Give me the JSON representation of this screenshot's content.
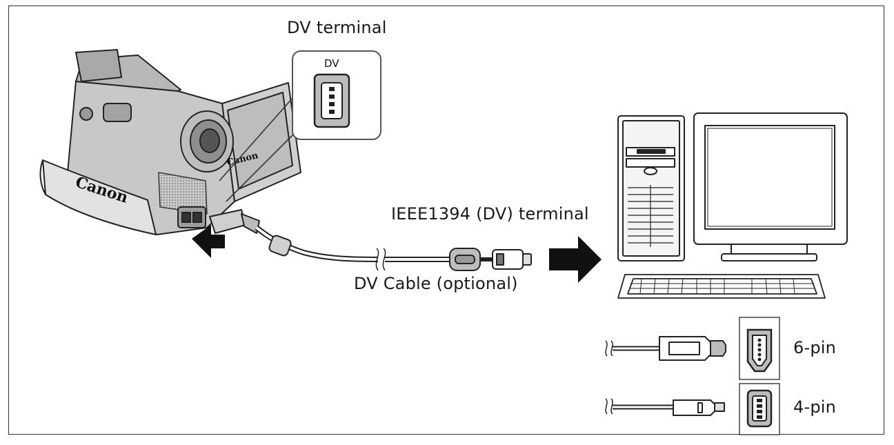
{
  "labels": {
    "dv_terminal_title": "DV terminal",
    "dv_port_marking": "DV",
    "ieee_terminal": "IEEE1394 (DV) terminal",
    "dv_cable": "DV Cable (optional)",
    "six_pin": "6-pin",
    "four_pin": "4-pin"
  },
  "branding": {
    "camcorder_grip": "Canon",
    "camcorder_lcd": "Canon"
  },
  "icons": [
    "camcorder-icon",
    "dv-port-icon",
    "connect-arrow-icon",
    "desktop-tower-icon",
    "monitor-icon",
    "keyboard-icon",
    "six-pin-connector-icon",
    "four-pin-connector-icon"
  ]
}
